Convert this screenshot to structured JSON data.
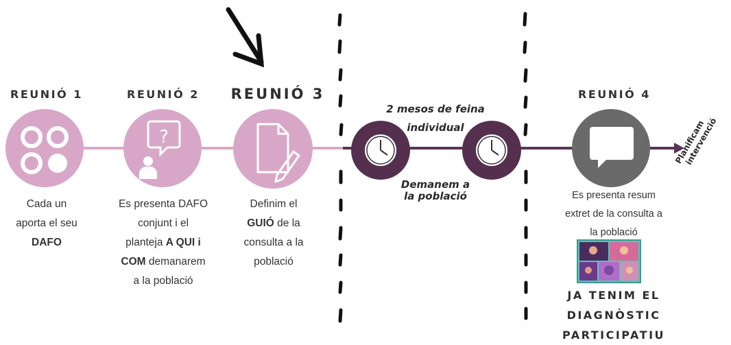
{
  "meetings": {
    "m1": {
      "title": "REUNIÓ 1",
      "desc_line1": "Cada un",
      "desc_line2": "aporta el seu",
      "desc_bold": "DAFO"
    },
    "m2": {
      "title": "REUNIÓ 2",
      "desc_line1": "Es presenta DAFO",
      "desc_line2": "conjunt i el",
      "desc_line3_pre": "planteja ",
      "desc_line3_bold": "A QUI i",
      "desc_line4_bold": "COM",
      "desc_line4_post": " demanarem",
      "desc_line5": "a la població"
    },
    "m3": {
      "title": "REUNIÓ 3",
      "desc_line1": "Definim el",
      "desc_line2_bold": "GUIÓ",
      "desc_line2_post": " de la",
      "desc_line3": "consulta a la",
      "desc_line4": "població"
    },
    "m4": {
      "title": "REUNIÓ 4",
      "desc_line1": "Es presenta resum",
      "desc_line2": "extret de la consulta a",
      "desc_line3": "la població"
    }
  },
  "period": {
    "line1": "2 mesos de feina",
    "line2": "individual",
    "ask_line1": "Demanem a",
    "ask_line2": "la població"
  },
  "end_label": {
    "line1": "Planificam",
    "line2": "intervenció"
  },
  "final": {
    "line1": "JA TENIM EL",
    "line2": "DIAGNÒSTIC",
    "line3": "PARTICIPATIU"
  },
  "colors": {
    "pink": "#d8a7c8",
    "plum": "#54304e",
    "gray": "#6a6a6a",
    "line_pink": "#d8a7c8",
    "line_plum": "#5a3457"
  }
}
